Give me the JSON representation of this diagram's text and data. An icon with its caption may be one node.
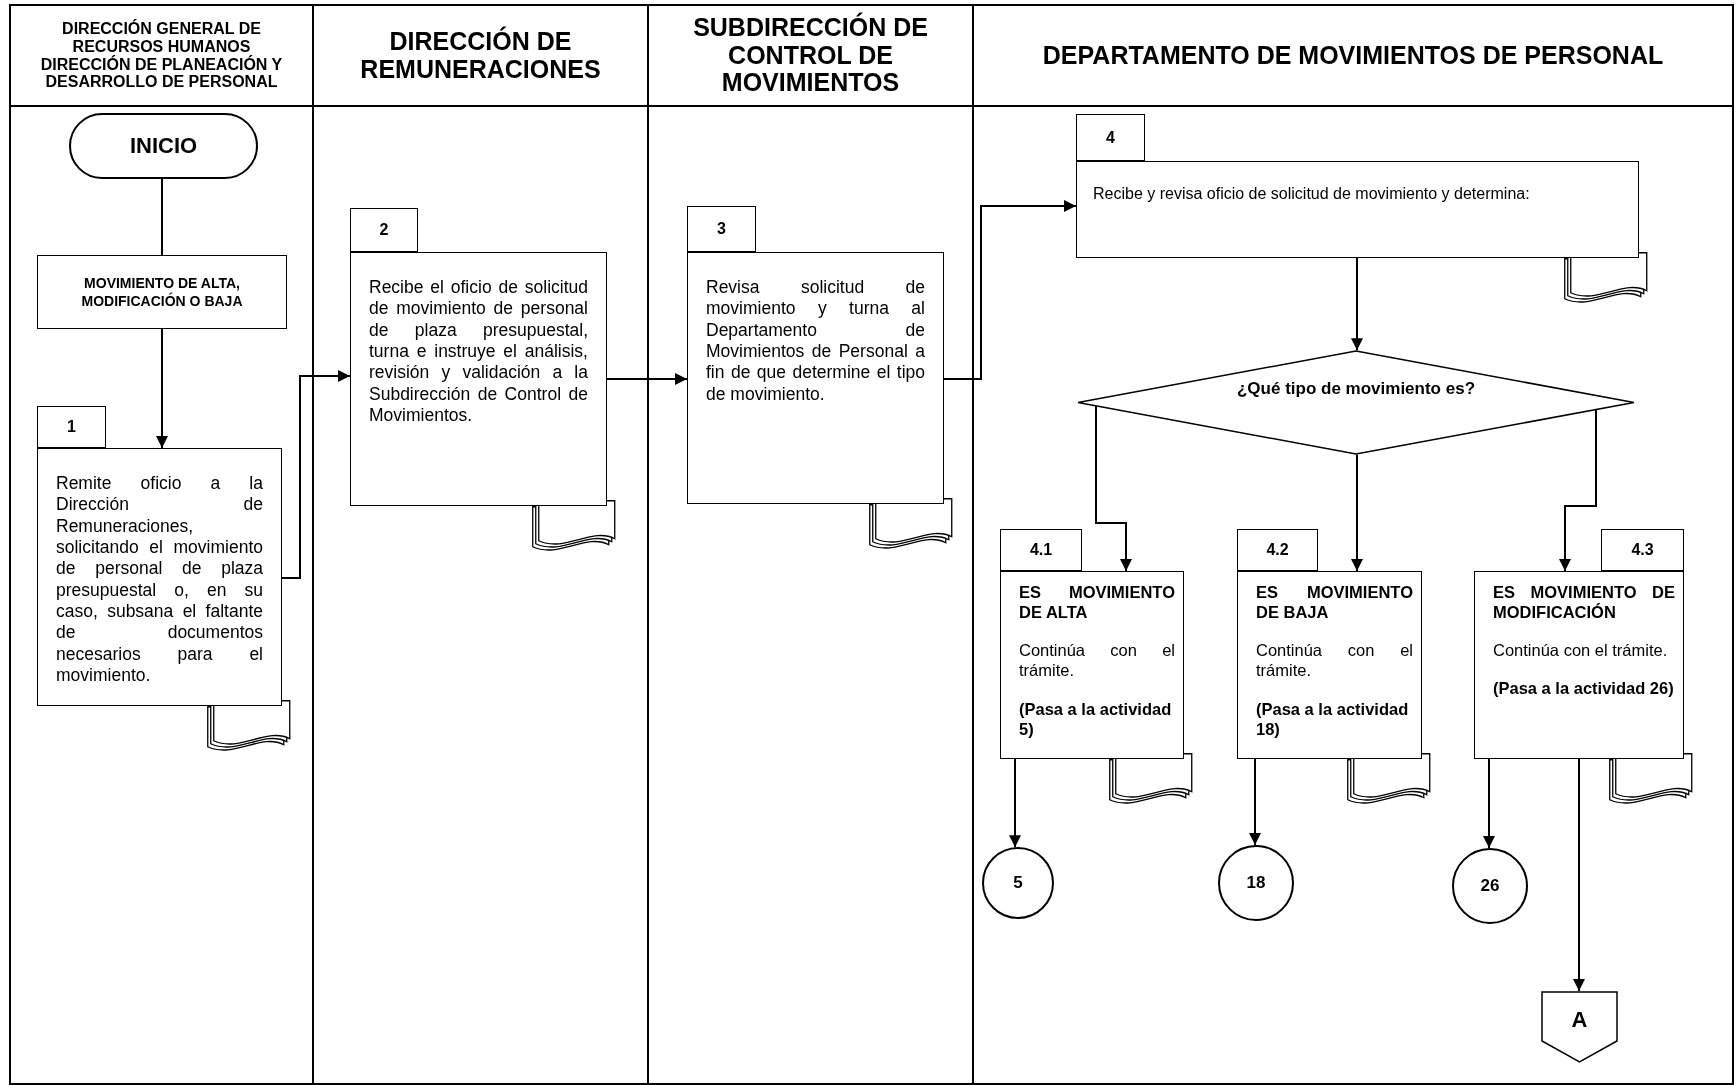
{
  "diagram": {
    "nodes": [
      {
        "text": [
          "DIRECCIÓN GENERAL DE RECURSOS HUMANOS",
          "DIRECCIÓN DE PLANEACIÓN Y DESARROLLO DE PERSONAL"
        ]
      },
      {
        "text": [
          "DIRECCIÓN DE REMUNERACIONES"
        ]
      },
      {
        "text": [
          "SUBDIRECCIÓN DE CONTROL DE MOVIMIENTOS"
        ]
      },
      {
        "text": [
          "DEPARTAMENTO DE MOVIMIENTOS DE PERSONAL"
        ]
      },
      {
        "text": [
          "INICIO"
        ],
        "in": 0
      },
      {
        "text": [
          "MOVIMIENTO DE ALTA, MODIFICACIÓN O BAJA"
        ],
        "in": 0
      },
      {
        "text": [
          "1",
          "Remite oficio a la Dirección de Remuneraciones, solicitando el movimiento de personal de plaza presupuestal o, en su caso, subsana el faltante de documentos necesarios para el movimiento."
        ],
        "in": 0
      },
      {
        "text": [
          "2",
          "Recibe el oficio de solicitud de movimiento de personal de plaza presupuestal, turna e instruye el análisis, revisión y validación a la Subdirección de Control de Movimientos."
        ],
        "in": 1
      },
      {
        "text": [
          "3",
          "Revisa solicitud de movimiento y turna al Departamento de Movimientos de Personal a fin de que determine el tipo de movimiento."
        ],
        "in": 2
      },
      {
        "text": [
          "4",
          "Recibe y revisa oficio de solicitud de movimiento y determina:"
        ],
        "in": 3
      },
      {
        "text": [
          "¿Qué tipo de movimiento es?"
        ],
        "in": 3
      },
      {
        "text": [
          "4.1",
          "ES MOVIMIENTO DE ALTA",
          "Continúa con el trámite.",
          "(Pasa a la actividad 5)"
        ],
        "in": 3
      },
      {
        "text": [
          "4.2",
          "ES MOVIMIENTO DE BAJA",
          "Continúa con el trámite.",
          "(Pasa a la actividad 18)"
        ],
        "in": 3
      },
      {
        "text": [
          "4.3",
          "ES MOVIMIENTO DE MODIFICACIÓN",
          "Continúa con el trámite.",
          "(Pasa a la actividad 26)"
        ],
        "in": 3
      },
      {
        "text": [
          "5"
        ],
        "in": 3
      },
      {
        "text": [
          "18"
        ],
        "in": 3
      },
      {
        "text": [
          "26"
        ],
        "in": 3
      },
      {
        "text": [
          "A"
        ],
        "in": 3
      }
    ],
    "edges": [
      {
        "from": 4,
        "to": 5,
        "arrow": "none"
      },
      {
        "from": 5,
        "to": 6,
        "arrow": "to"
      },
      {
        "from": 6,
        "to": 7,
        "arrow": "to"
      },
      {
        "from": 7,
        "to": 8,
        "arrow": "to"
      },
      {
        "from": 8,
        "to": 9,
        "arrow": "to"
      },
      {
        "from": 9,
        "to": 10,
        "arrow": "to"
      },
      {
        "from": 10,
        "to": 11,
        "arrow": "to"
      },
      {
        "from": 10,
        "to": 12,
        "arrow": "to"
      },
      {
        "from": 10,
        "to": 13,
        "arrow": "to"
      },
      {
        "from": 11,
        "to": 14,
        "arrow": "to"
      },
      {
        "from": 12,
        "to": 15,
        "arrow": "to"
      },
      {
        "from": 13,
        "to": 16,
        "arrow": "to"
      },
      {
        "from": 13,
        "to": 17,
        "arrow": "to"
      }
    ]
  }
}
